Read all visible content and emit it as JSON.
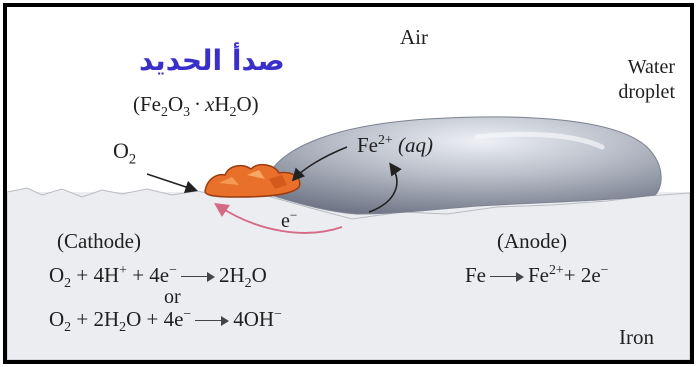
{
  "header": {
    "arabic_title": "صدأ الحديد",
    "rust_formula": {
      "pre": "(Fe",
      "s1": "2",
      "mid": "O",
      "s2": "3",
      "dot": "·",
      "x": "x",
      "h": "H",
      "s3": "2",
      "post": "O)"
    }
  },
  "labels": {
    "air": "Air",
    "water_line1": "Water",
    "water_line2": "droplet",
    "o2": {
      "base": "O",
      "sub": "2"
    },
    "fe2": {
      "base": "Fe",
      "sup": "2+",
      "state": "(aq)"
    },
    "electron": {
      "base": "e",
      "sup": "−"
    },
    "cathode": "(Cathode)",
    "anode": "(Anode)",
    "iron": "Iron"
  },
  "equations": {
    "cathode_eq1": {
      "a": "O",
      "a_sub": "2",
      "b": " + 4H",
      "b_sup": "+",
      "c": " + 4e",
      "c_sup": "−",
      "product": "2H",
      "p_sub": "2",
      "p_end": "O"
    },
    "or_text": "or",
    "cathode_eq2": {
      "a": "O",
      "a_sub": "2",
      "b": " + 2H",
      "b_sub": "2",
      "c": "O + 4e",
      "c_sup": "−",
      "product": "4OH",
      "p_sup": "−"
    },
    "anode_eq": {
      "a": "Fe",
      "product": "Fe",
      "p_sup": "2+",
      "tail": "+ 2e",
      "t_sup": "−"
    }
  },
  "colors": {
    "border": "#000000",
    "arabic_title": "#3b2fc9",
    "rust": "#e8702a",
    "droplet": "#b5bac6",
    "iron": "#ecedf0",
    "electron_arrow": "#d46a86"
  },
  "icons": [
    "rust-deposit-icon",
    "water-droplet-icon",
    "electron-flow-arrow-icon",
    "fe-ion-arrow-icon",
    "o2-arrow-icon"
  ]
}
